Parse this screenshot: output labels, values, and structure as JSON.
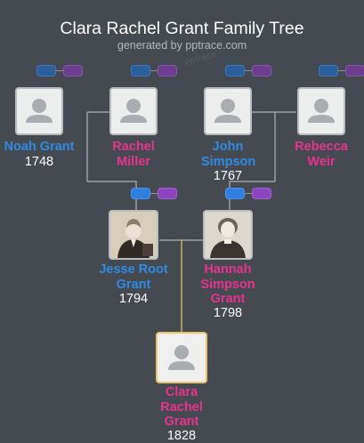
{
  "header": {
    "title": "Clara Rachel Grant Family Tree",
    "subtitle": "generated by pptrace.com",
    "watermark": "pptrace"
  },
  "people": {
    "noah": {
      "name": "Noah Grant",
      "year": "1748",
      "gender": "male"
    },
    "rachel": {
      "name": "Rachel Miller",
      "year": "",
      "gender": "female"
    },
    "john": {
      "name": "John Simpson",
      "year": "1767",
      "gender": "male"
    },
    "rebecca": {
      "name": "Rebecca Weir",
      "year": "",
      "gender": "female"
    },
    "jesse": {
      "name": "Jesse Root Grant",
      "year": "1794",
      "gender": "male"
    },
    "hannah": {
      "name": "Hannah Simpson Grant",
      "year": "1798",
      "gender": "female"
    },
    "clara": {
      "name": "Clara Rachel Grant",
      "year": "1828",
      "gender": "female"
    }
  },
  "colors": {
    "background": "#454950",
    "male": "#2e8ce6",
    "female": "#e8338f",
    "root_border": "#e8c46a",
    "root_line": "#d9b35a",
    "line": "#b0b3b8"
  }
}
